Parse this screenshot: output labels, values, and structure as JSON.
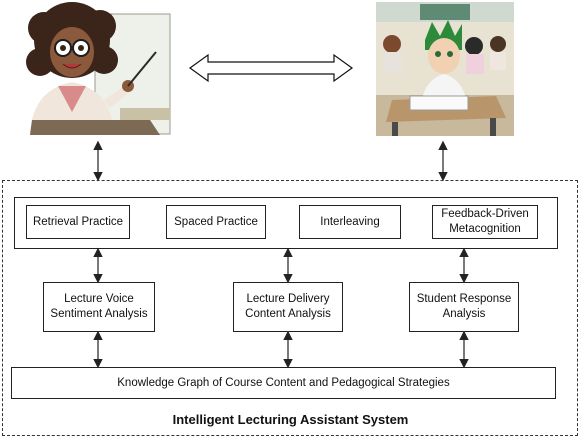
{
  "strategies": [
    "Retrieval Practice",
    "Spaced Practice",
    "Interleaving",
    "Feedback-Driven\nMetacognition"
  ],
  "analyses": [
    "Lecture Voice\nSentiment Analysis",
    "Lecture Delivery\nContent Analysis",
    "Student Response\nAnalysis"
  ],
  "knowledge_graph": "Knowledge Graph of Course Content and Pedagogical Strategies",
  "system_title": "Intelligent Lecturing Assistant System",
  "images": {
    "teacher": "cartoon-teacher-illustration",
    "students": "cartoon-classroom-students-illustration"
  },
  "colors": {
    "line": "#222222",
    "frame": "#333333"
  }
}
